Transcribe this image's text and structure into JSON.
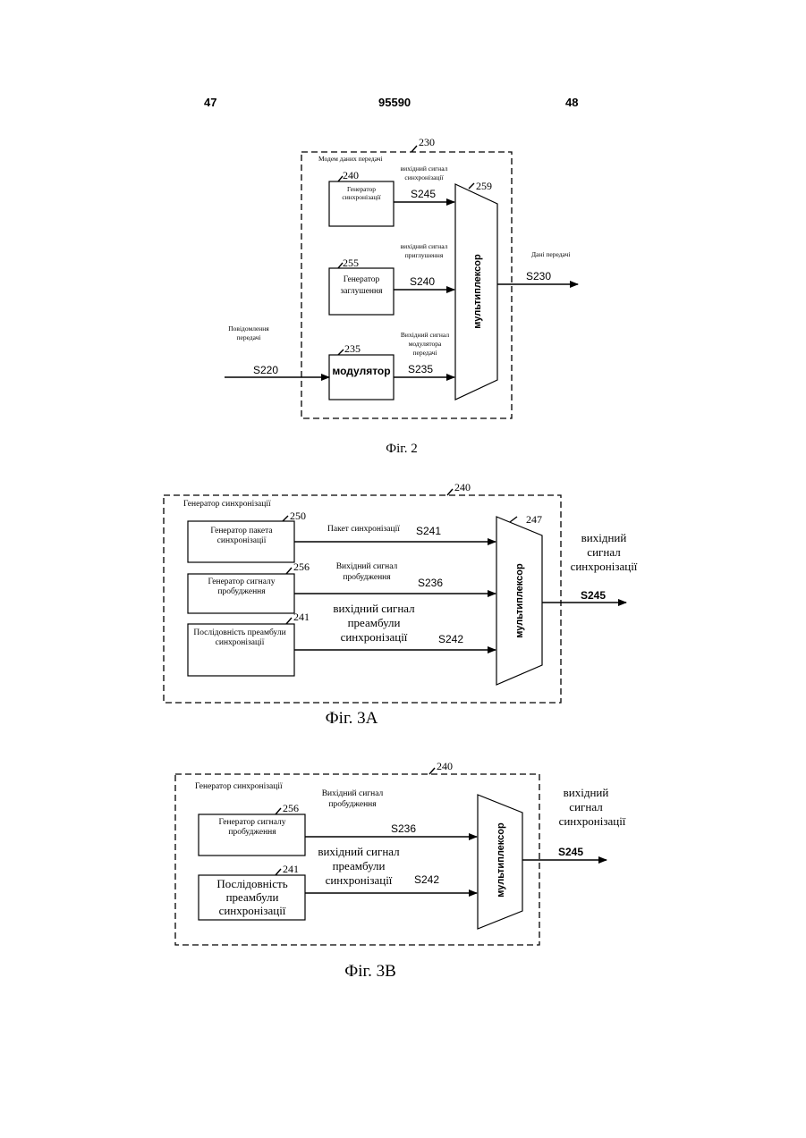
{
  "header": {
    "left_page": "47",
    "patent_number": "95590",
    "right_page": "48"
  },
  "fig2": {
    "caption": "Фіг. 2",
    "frame_ref": "230",
    "frame_label": "Модем даних передачі",
    "sync_gen": {
      "ref": "240",
      "label_l1": "Генератор",
      "label_l2": "синхронізації"
    },
    "sync_out_l1": "вихідний сигнал",
    "sync_out_l2": "синхронізації",
    "sig_s245": "S245",
    "mute_gen": {
      "ref": "255",
      "label_l1": "Генератор",
      "label_l2": "заглушення"
    },
    "mute_out_l1": "вихідний сигнал",
    "mute_out_l2": "приглушення",
    "sig_s240": "S240",
    "mod_out_l1": "Вихідний сигнал",
    "mod_out_l2": "модулятора",
    "mod_out_l3": "передачі",
    "modulator": {
      "ref": "235",
      "label": "модулятор"
    },
    "sig_s235": "S235",
    "mux": {
      "ref": "259",
      "label": "мультиплексор"
    },
    "input_l1": "Повідомлення",
    "input_l2": "передачі",
    "sig_s220": "S220",
    "output_label": "Дані передачі",
    "sig_s230": "S230"
  },
  "fig3a": {
    "caption": "Фіг. 3A",
    "frame_ref": "240",
    "frame_label": "Генератор синхронізації",
    "packet_gen": {
      "ref": "250",
      "label_l1": "Генератор пакета",
      "label_l2": "синхронізації"
    },
    "packet_out": "Пакет синхронізації",
    "sig_s241": "S241",
    "wake_gen": {
      "ref": "256",
      "label_l1": "Генератор сигналу",
      "label_l2": "пробудження"
    },
    "wake_out_l1": "Вихідний сигнал",
    "wake_out_l2": "пробудження",
    "sig_s236": "S236",
    "preamble": {
      "ref": "241",
      "label_l1": "Послідовність преамбули",
      "label_l2": "синхронізації"
    },
    "pre_out_l1": "вихідний сигнал",
    "pre_out_l2": "преамбули",
    "pre_out_l3": "синхронізації",
    "sig_s242": "S242",
    "mux": {
      "ref": "247",
      "label": "мультиплексор"
    },
    "out_l1": "вихідний",
    "out_l2": "сигнал",
    "out_l3": "синхронізації",
    "sig_s245": "S245"
  },
  "fig3b": {
    "caption": "Фіг. 3B",
    "frame_ref": "240",
    "frame_label": "Генератор синхронізації",
    "wake_out_l1": "Вихідний сигнал",
    "wake_out_l2": "пробудження",
    "wake_gen": {
      "ref": "256",
      "label_l1": "Генератор сигналу",
      "label_l2": "пробудження"
    },
    "sig_s236": "S236",
    "pre_out_l1": "вихідний сигнал",
    "pre_out_l2": "преамбули",
    "pre_out_l3": "синхронізації",
    "preamble": {
      "ref": "241",
      "label_l1": "Послідовність",
      "label_l2": "преамбули",
      "label_l3": "синхронізації"
    },
    "sig_s242": "S242",
    "mux": {
      "ref": "",
      "label": "мультиплексор"
    },
    "out_l1": "вихідний",
    "out_l2": "сигнал",
    "out_l3": "синхронізації",
    "sig_s245": "S245"
  }
}
